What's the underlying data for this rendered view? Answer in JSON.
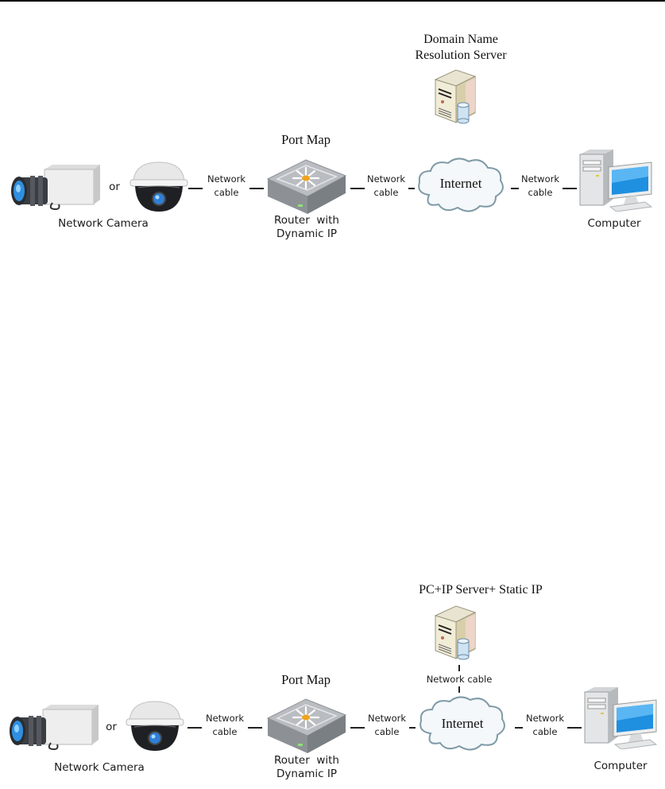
{
  "diagrams": [
    {
      "server_title_lines": [
        "Domain Name",
        "Resolution Server"
      ],
      "port_map_label": "Port Map",
      "camera_label": "Network Camera",
      "or_label": "or",
      "router_label_lines": [
        "Router  with",
        "Dynamic IP"
      ],
      "internet_label": "Internet",
      "computer_label": "Computer",
      "cable_labels": [
        [
          "Network",
          "cable"
        ],
        [
          "Network",
          "cable"
        ],
        [
          "Network",
          "cable"
        ]
      ]
    },
    {
      "server_title": "PC+IP Server+ Static IP",
      "server_cable_label": "Network cable",
      "port_map_label": "Port Map",
      "camera_label": "Network Camera",
      "or_label": "or",
      "router_label_lines": [
        "Router  with",
        "Dynamic IP"
      ],
      "internet_label": "Internet",
      "computer_label": "Computer",
      "cable_labels": [
        [
          "Network",
          "cable"
        ],
        [
          "Network",
          "cable"
        ],
        [
          "Network",
          "cable"
        ]
      ]
    }
  ]
}
